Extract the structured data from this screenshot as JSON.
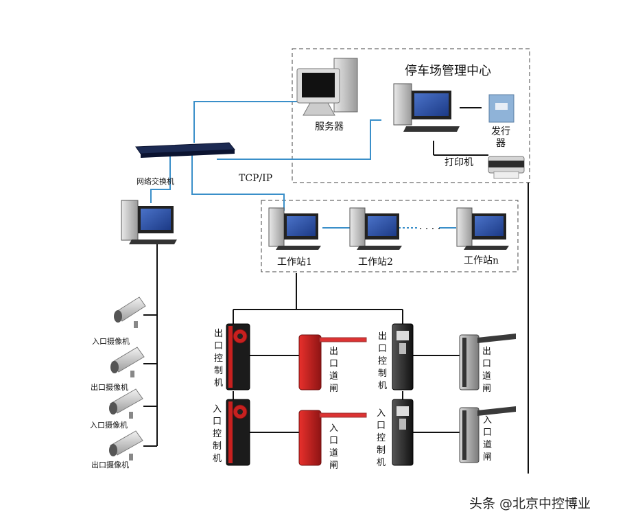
{
  "center": {
    "title": "停车场管理中心"
  },
  "labels": {
    "server": "服务器",
    "issuer": "发行器",
    "printer": "打印机",
    "switch": "网络交换机",
    "protocol": "TCP/IP",
    "ws1": "工作站1",
    "ws2": "工作站2",
    "wsn": "工作站n",
    "dots": "· · · ·"
  },
  "cameras": [
    {
      "label": "入口摄像机"
    },
    {
      "label": "出口摄像机"
    },
    {
      "label": "入口摄像机"
    },
    {
      "label": "出口摄像机"
    }
  ],
  "devices": {
    "exit_ctrl_1": "出口控制机",
    "exit_gate_1": "出口道闸",
    "exit_ctrl_2": "出口控制机",
    "exit_gate_2": "出口道闸",
    "entry_ctrl_1": "入口控制机",
    "entry_gate_1": "入口道闸",
    "entry_ctrl_2": "入口控制机",
    "entry_gate_2": "入口道闸"
  },
  "watermark": "头条 @北京中控博业",
  "colors": {
    "link_blue": "#3a8fc9",
    "bus_black": "#111111",
    "red_unit": "#c8201f",
    "dark_unit": "#2a2a2a"
  }
}
